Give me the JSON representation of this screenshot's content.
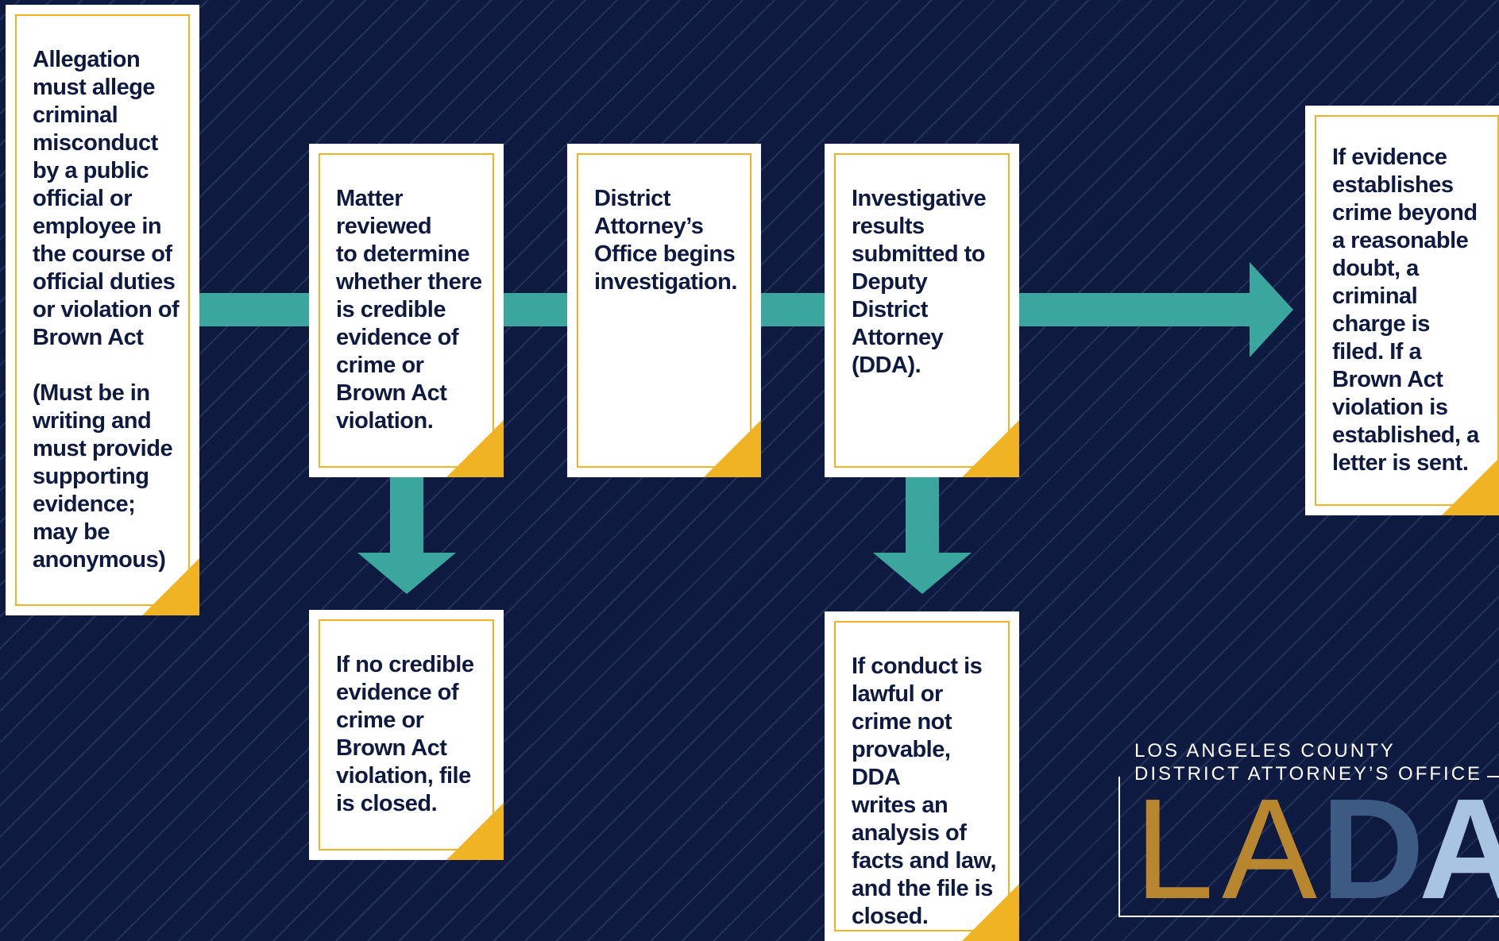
{
  "steps": {
    "allegation": "Allegation\nmust allege\ncriminal\nmisconduct\nby a public\nofficial or\nemployee in\nthe course of\nofficial duties\nor violation of\nBrown Act\n\n(Must be in\nwriting and\nmust provide\nsupporting\nevidence;\nmay be\nanonymous)",
    "review": "Matter\nreviewed\nto determine\nwhether there\nis credible\nevidence of\ncrime or\nBrown Act\nviolation.",
    "investigation": "District\nAttorney’s\nOffice begins\ninvestigation.",
    "submitted": "Investigative\nresults\nsubmitted to\nDeputy\nDistrict\nAttorney\n(DDA).",
    "charge": "If evidence\nestablishes\ncrime beyond\na reasonable\ndoubt, a\ncriminal\ncharge is\nfiled. If a\nBrown Act\nviolation is\nestablished, a\nletter is sent.",
    "no_credible": "If no credible\nevidence of\ncrime or\nBrown Act\nviolation, file\nis closed.",
    "not_provable": "If conduct is\nlawful or\ncrime not\nprovable, DDA\nwrites an\nanalysis of\nfacts and law,\nand the file is\nclosed."
  },
  "logo": {
    "line1": "LOS ANGELES COUNTY",
    "line2": "DISTRICT ATTORNEY’S OFFICE",
    "letters": [
      "L",
      "A",
      "D",
      "A"
    ]
  },
  "colors": {
    "background": "#0e1a3f",
    "arrow": "#3aa69d",
    "accent": "#f0b323",
    "logo_gold": "#b8862f",
    "logo_blue": "#3d5a82",
    "logo_light": "#a9c3e3"
  }
}
